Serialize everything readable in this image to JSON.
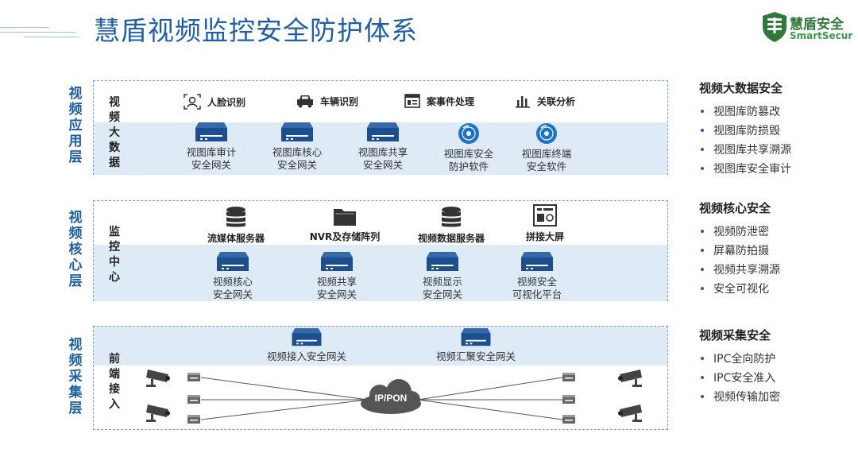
{
  "title": "慧盾视频监控安全防护体系",
  "logo": {
    "name_cn": "慧盾安全",
    "name_en": "SmartSecur"
  },
  "layers": [
    {
      "label": "视频应用层",
      "sub_label": "视频大数据",
      "top_items": [
        {
          "label": "人脸识别",
          "icon": "face-recognition-icon"
        },
        {
          "label": "车辆识别",
          "icon": "car-icon"
        },
        {
          "label": "案事件处理",
          "icon": "case-file-icon"
        },
        {
          "label": "关联分析",
          "icon": "bar-chart-icon"
        }
      ],
      "devices": [
        {
          "l1": "视图库审计",
          "l2": "安全网关",
          "icon": "gateway-device-icon"
        },
        {
          "l1": "视图库核心",
          "l2": "安全网关",
          "icon": "gateway-device-icon"
        },
        {
          "l1": "视图库共享",
          "l2": "安全网关",
          "icon": "gateway-device-icon"
        },
        {
          "l1": "视图库安全",
          "l2": "防护软件",
          "icon": "software-disc-icon"
        },
        {
          "l1": "视图库终端",
          "l2": "安全软件",
          "icon": "software-disc-icon"
        }
      ]
    },
    {
      "label": "视频核心层",
      "sub_label": "监控中心",
      "servers": [
        {
          "label": "流媒体服务器",
          "icon": "database-icon"
        },
        {
          "label": "NVR及存储阵列",
          "icon": "folder-icon"
        },
        {
          "label": "视频数据服务器",
          "icon": "database-icon"
        },
        {
          "label": "拼接大屏",
          "icon": "screen-panel-icon"
        }
      ],
      "devices": [
        {
          "l1": "视频核心",
          "l2": "安全网关",
          "icon": "gateway-device-icon"
        },
        {
          "l1": "视频共享",
          "l2": "安全网关",
          "icon": "gateway-device-icon"
        },
        {
          "l1": "视频显示",
          "l2": "安全网关",
          "icon": "gateway-device-icon"
        },
        {
          "l1": "视频安全",
          "l2": "可视化平台",
          "icon": "gateway-device-icon"
        }
      ]
    },
    {
      "label": "视频采集层",
      "sub_label": "前端接入",
      "gateways": [
        {
          "label": "视频接入安全网关",
          "icon": "gateway-device-icon"
        },
        {
          "label": "视频汇聚安全网关",
          "icon": "gateway-device-icon"
        }
      ],
      "cloud_label": "IP/PON"
    }
  ],
  "security_groups": [
    {
      "title": "视频大数据安全",
      "items": [
        "视图库防篡改",
        "视图库防损毁",
        "视图库共享溯源",
        "视图库安全审计"
      ]
    },
    {
      "title": "视频核心安全",
      "items": [
        "视频防泄密",
        "屏幕防拍摄",
        "视频共享溯源",
        "安全可视化"
      ]
    },
    {
      "title": "视频采集安全",
      "items": [
        "IPC全向防护",
        "IPC安全准入",
        "视频传输加密"
      ]
    }
  ],
  "colors": {
    "primary": "#1f5fa8",
    "band": "#deebf7",
    "device": "#1c4f8f",
    "accent_green": "#2f7a3a"
  }
}
